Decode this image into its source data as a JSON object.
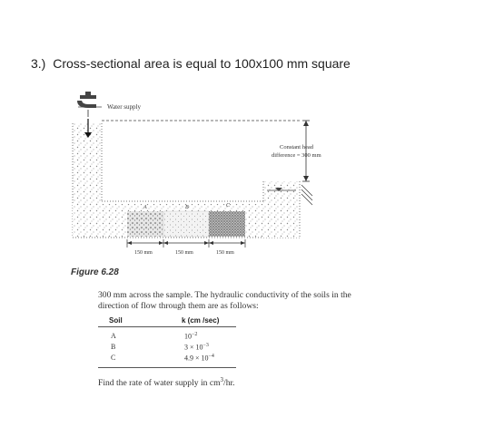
{
  "heading": {
    "number": "3.)",
    "text": "Cross-sectional area is equal to 100x100 mm square"
  },
  "figure": {
    "water_supply_label": "Water supply",
    "head_label_line1": "Constant head",
    "head_label_line2": "difference = 300 mm",
    "sample_labels": [
      "A",
      "B",
      "C"
    ],
    "dimension_labels": [
      "150 mm",
      "150 mm",
      "150 mm"
    ],
    "caption": "Figure 6.28"
  },
  "text": {
    "line1": "300 mm across the sample. The hydraulic conductivity of the soils in the",
    "line2": "direction of flow through them are as follows:"
  },
  "table": {
    "header_soil": "Soil",
    "header_k": "k (cm /sec)",
    "rows": [
      {
        "soil": "A",
        "k_base": "10",
        "k_exp": "−2"
      },
      {
        "soil": "B",
        "k_base": "3 × 10",
        "k_exp": "−3"
      },
      {
        "soil": "C",
        "k_base": "4.9 × 10",
        "k_exp": "−4"
      }
    ]
  },
  "question": {
    "before": "Find the rate of water supply in cm",
    "sup": "3",
    "after": "/hr."
  }
}
